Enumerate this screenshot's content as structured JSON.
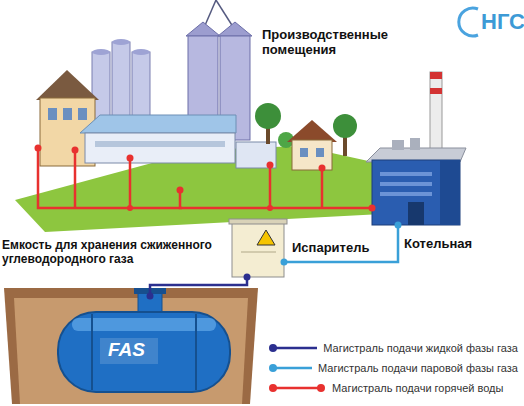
{
  "diagram": {
    "nodes": [
      {
        "text": [
          "Производственные помещения"
        ]
      },
      {
        "text": [
          "Емкость для хранения сжиженного углеводородного газа"
        ]
      },
      {
        "text": [
          "Испаритель"
        ]
      },
      {
        "text": [
          "Котельная"
        ]
      }
    ],
    "edges": [
      {
        "from": 1,
        "to": 2,
        "arrow": "none"
      },
      {
        "from": 2,
        "to": 3,
        "arrow": "none"
      },
      {
        "from": 3,
        "to": 0,
        "arrow": "none"
      }
    ],
    "labels": [
      "НГС",
      "FAS"
    ],
    "legend": [
      {
        "text": "Магистраль подачи жидкой фазы газа"
      },
      {
        "text": "Магистраль подачи паровой фазы газа"
      },
      {
        "text": "Магистраль подачи горячей воды"
      }
    ]
  }
}
